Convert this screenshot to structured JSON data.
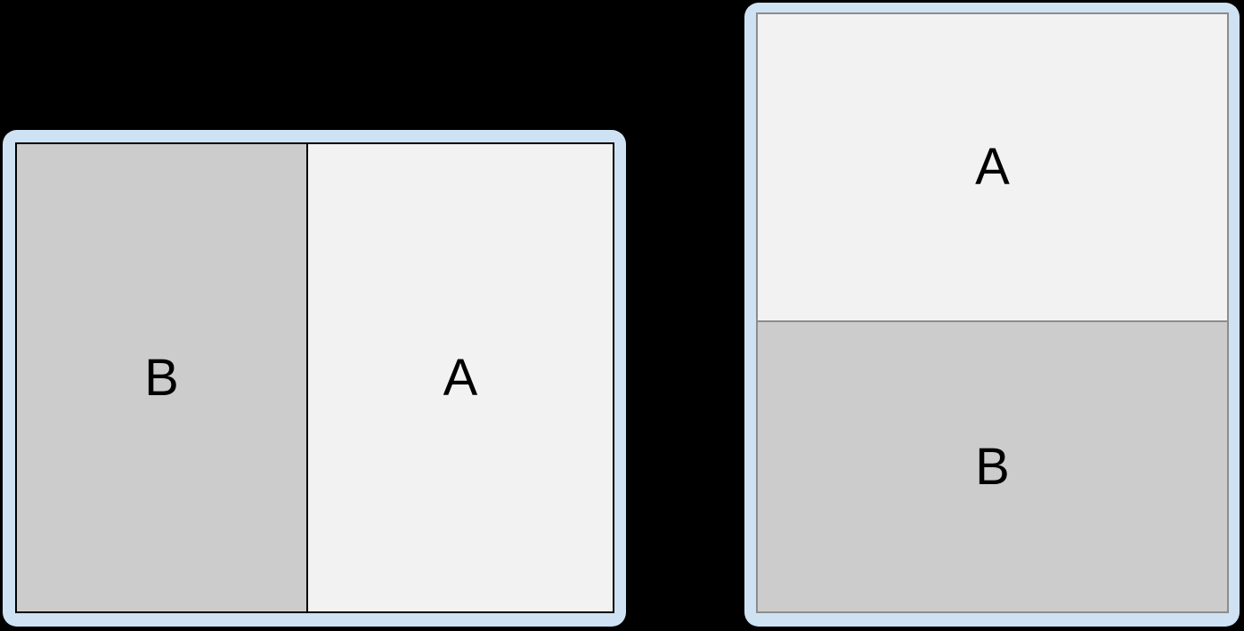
{
  "background": "#000000",
  "colors": {
    "card_frame_blue": "#cfe2f3",
    "panel_light_gray": "#f2f2f2",
    "panel_medium_gray": "#cccccc",
    "stroke_dark": "#000000",
    "stroke_gray": "#8c8c8c",
    "label_text": "#000000"
  },
  "left_card": {
    "split": "side-by-side",
    "panels": [
      {
        "label": "B",
        "fill": "#cccccc"
      },
      {
        "label": "A",
        "fill": "#f2f2f2"
      }
    ]
  },
  "right_card": {
    "split": "stacked",
    "panels": [
      {
        "label": "A",
        "fill": "#f2f2f2"
      },
      {
        "label": "B",
        "fill": "#cccccc"
      }
    ]
  }
}
